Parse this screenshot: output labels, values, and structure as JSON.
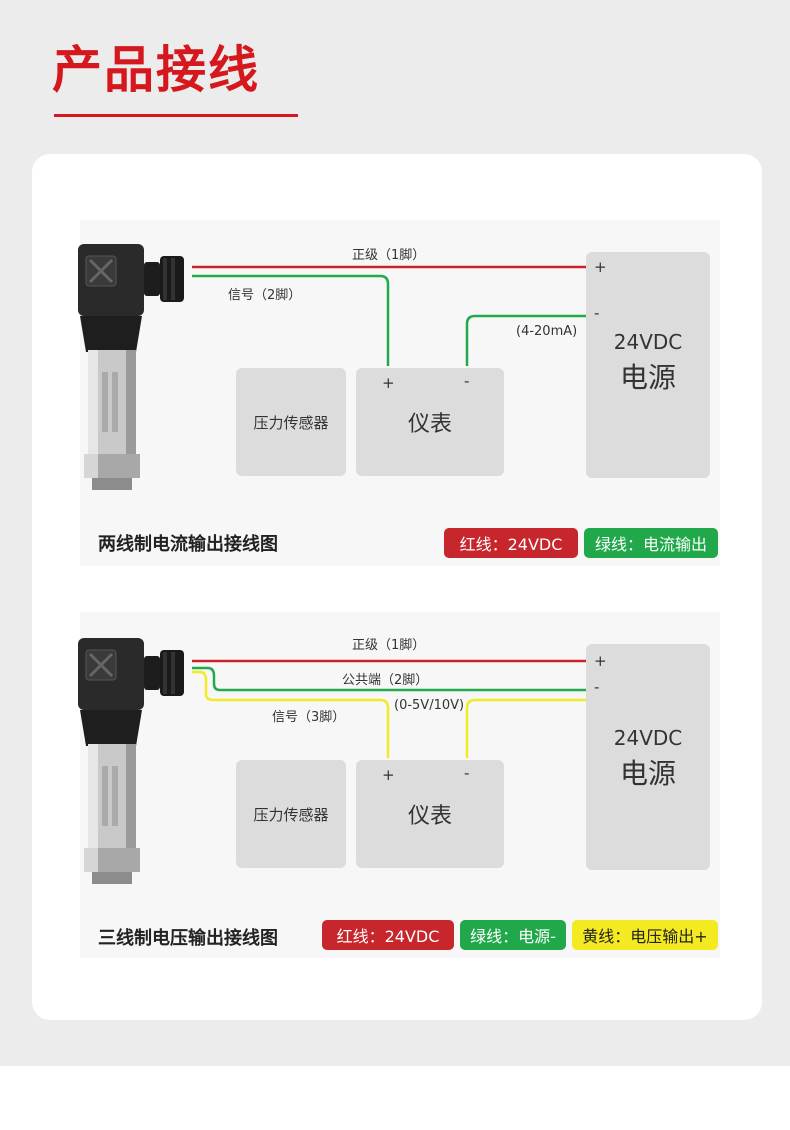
{
  "page": {
    "title": "产品接线"
  },
  "colors": {
    "accent": "#d4181d",
    "red_wire": "#c9242a",
    "green_wire": "#22a94a",
    "yellow_wire": "#f2ea22"
  },
  "two_wire": {
    "caption": "两线制电流输出接线图",
    "wire_positive": "正级（1脚）",
    "wire_signal": "信号（2脚）",
    "range_label": "(4-20mA)",
    "sensor_box": "压力传感器",
    "meter_box": "仪表",
    "meter_plus": "+",
    "meter_minus": "-",
    "psu_plus": "+",
    "psu_minus": "-",
    "psu_voltage": "24VDC",
    "psu_name": "电源",
    "badges": [
      {
        "text": "红线：24VDC",
        "color": "red"
      },
      {
        "text": "绿线：电流输出",
        "color": "green"
      }
    ]
  },
  "three_wire": {
    "caption": "三线制电压输出接线图",
    "wire_positive": "正级（1脚）",
    "wire_common": "公共端（2脚）",
    "wire_signal": "信号（3脚）",
    "range_label": "(0-5V/10V)",
    "sensor_box": "压力传感器",
    "meter_box": "仪表",
    "meter_plus": "+",
    "meter_minus": "-",
    "psu_plus": "+",
    "psu_minus": "-",
    "psu_voltage": "24VDC",
    "psu_name": "电源",
    "badges": [
      {
        "text": "红线：24VDC",
        "color": "red"
      },
      {
        "text": "绿线：电源-",
        "color": "green"
      },
      {
        "text": "黄线：电压输出+",
        "color": "yellow"
      }
    ]
  }
}
